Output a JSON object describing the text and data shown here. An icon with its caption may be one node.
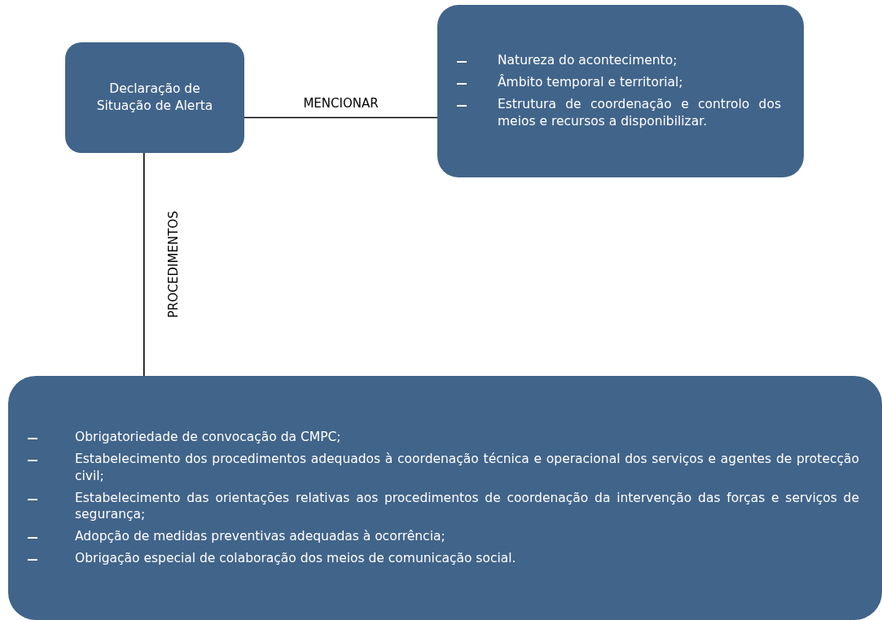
{
  "diagram": {
    "nodes": [
      {
        "text": [
          "Declaração de Situação de Alerta"
        ]
      },
      {
        "text": [
          "Natureza do acontecimento;",
          "Âmbito temporal e territorial;",
          "Estrutura de coordenação e controlo dos meios e recursos a disponibilizar."
        ]
      },
      {
        "text": [
          "Obrigatoriedade de convocação da CMPC;",
          "Estabelecimento dos procedimentos adequados à coordenação técnica e operacional dos serviços e agentes de protecção civil;",
          "Estabelecimento das orientações relativas aos procedimentos de coordenação da intervenção das forças e serviços de segurança;",
          "Adopção de medidas preventivas adequadas à ocorrência;",
          "Obrigação especial de colaboração dos meios de comunicação social."
        ]
      }
    ],
    "edges": [
      {
        "from": 0,
        "to": 1,
        "arrow": "none",
        "label": "MENCIONAR"
      },
      {
        "from": 0,
        "to": 2,
        "arrow": "none",
        "label": "PROCEDIMENTOS"
      }
    ]
  }
}
